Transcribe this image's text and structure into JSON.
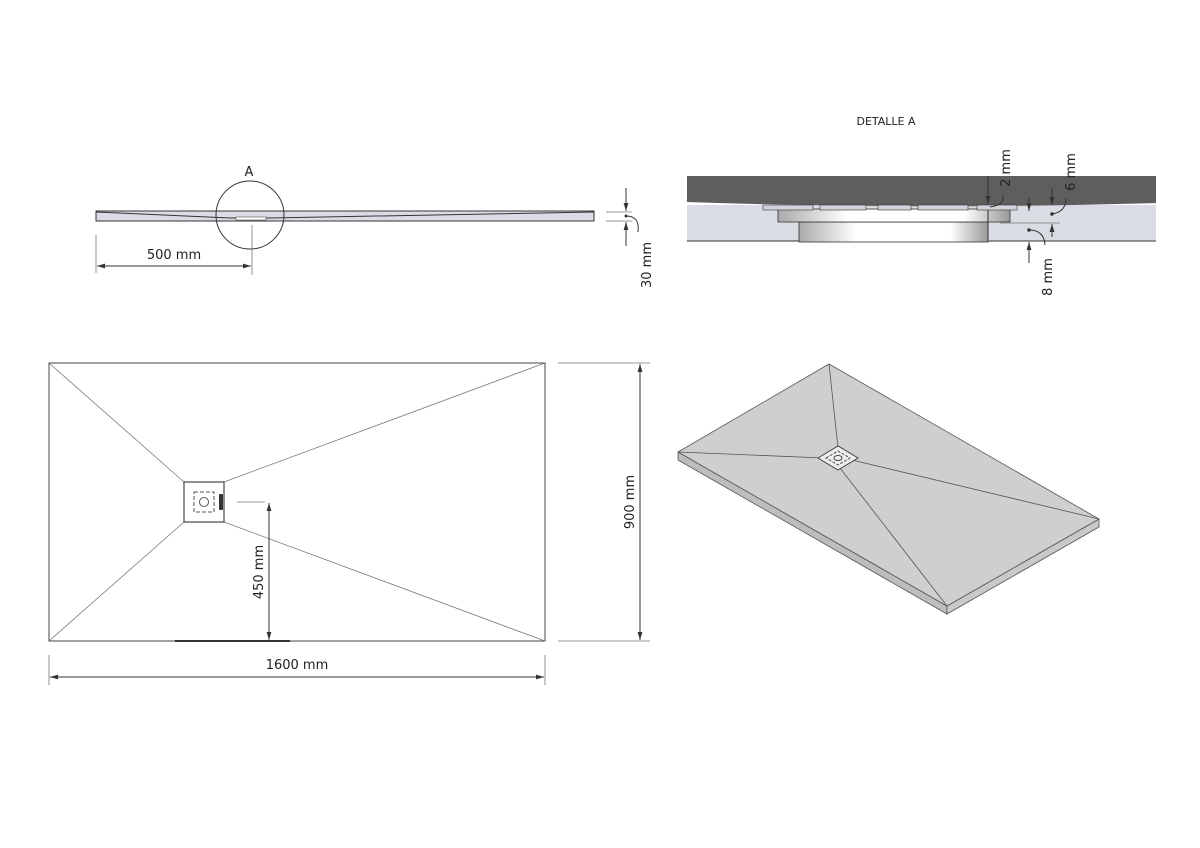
{
  "side_view": {
    "detail_marker": "A",
    "offset_dimension": "500 mm",
    "thickness_dimension": "30 mm"
  },
  "detail_view": {
    "title": "DETALLE A",
    "dimensions": [
      "2 mm",
      "6 mm",
      "8 mm"
    ]
  },
  "plan_view": {
    "length_dimension": "1600 mm",
    "width_dimension": "900 mm",
    "drain_offset_dimension": "450 mm"
  },
  "colors": {
    "tray_surface": "#d9dde3",
    "tray_dark": "#5e5e5e",
    "iso_surface": "#cfcfcf",
    "line": "#333333"
  }
}
